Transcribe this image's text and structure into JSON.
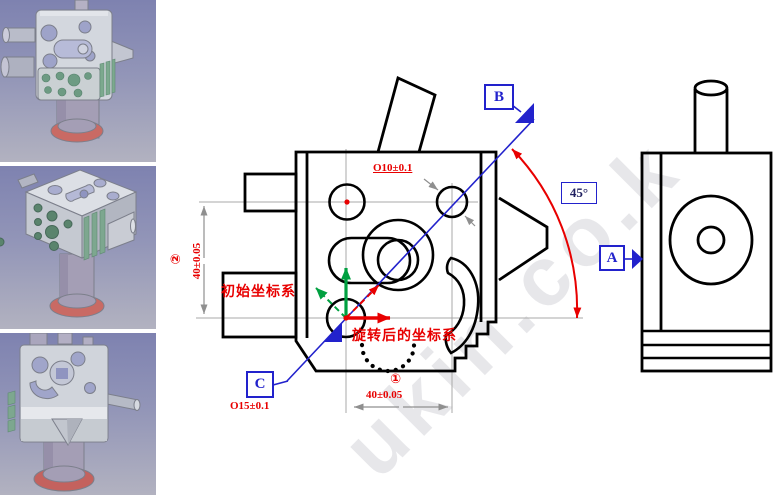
{
  "front_view": {
    "datum_b": "B",
    "datum_c": "C",
    "angle": "45°",
    "hole_callout": "O10±0.1",
    "datum_hole_callout": "O15±0.1",
    "dim_horizontal": {
      "index": "①",
      "value": "40±0.05"
    },
    "dim_vertical": {
      "index": "②",
      "value": "40±0.05"
    },
    "initial_cs_label": "初始坐标系",
    "rotated_cs_label": "旋转后的坐标系"
  },
  "side_view": {
    "datum_a": "A"
  },
  "watermark": "ukin.co.k",
  "colors": {
    "outline": "#000000",
    "datum_blue": "#2222cc",
    "annotation_red": "#e80000",
    "axis_green": "#00a040",
    "centerline_gray": "#a8a8a8",
    "viewport_gradient_top": "#7e82b0",
    "viewport_gradient_bottom": "#b2b2c0",
    "part_gray": "#d2d6dd",
    "hole_lavender": "#9ea3c9",
    "feature_green": "#6d9b83",
    "pedestal_purple": "#a49eb5",
    "ring_red": "#c96a64",
    "watermark_gray": "#b9b9c2"
  }
}
